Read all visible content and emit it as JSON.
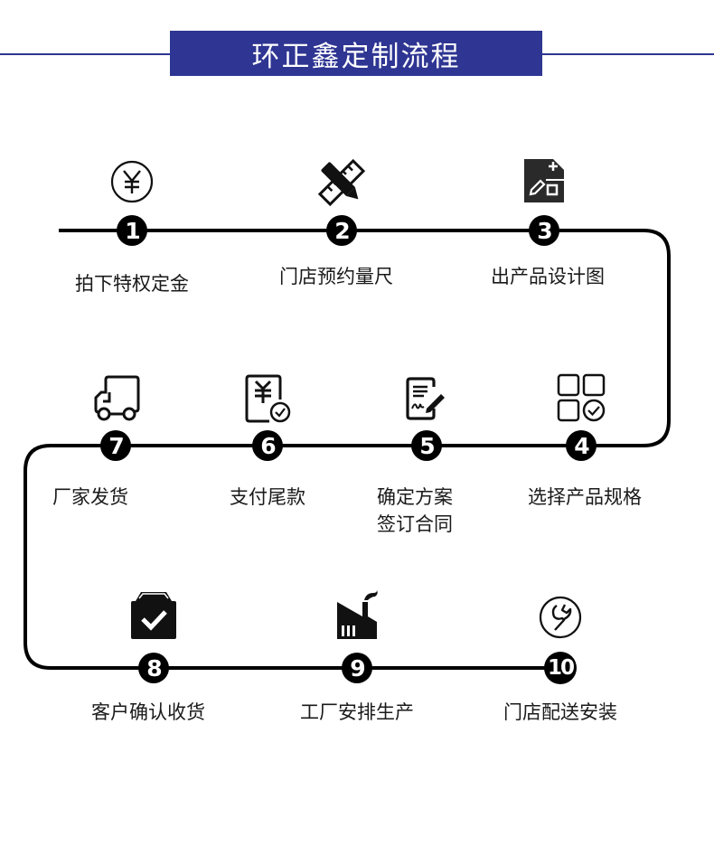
{
  "header": {
    "title": "环正鑫定制流程",
    "accent_color": "#2e3592"
  },
  "flow": {
    "line_color": "#000000",
    "steps": [
      {
        "number": "1",
        "label": "拍下特权定金",
        "icon": "yen-circle-icon"
      },
      {
        "number": "2",
        "label": "门店预约量尺",
        "icon": "pencil-ruler-icon"
      },
      {
        "number": "3",
        "label": "出产品设计图",
        "icon": "design-file-icon"
      },
      {
        "number": "4",
        "label": "选择产品规格",
        "icon": "grid-check-icon"
      },
      {
        "number": "5",
        "label": "确定方案\n签订合同",
        "icon": "contract-sign-icon"
      },
      {
        "number": "6",
        "label": "支付尾款",
        "icon": "yen-bill-check-icon"
      },
      {
        "number": "7",
        "label": "厂家发货",
        "icon": "delivery-truck-icon"
      },
      {
        "number": "8",
        "label": "客户确认收货",
        "icon": "box-check-icon"
      },
      {
        "number": "9",
        "label": "工厂安排生产",
        "icon": "factory-icon"
      },
      {
        "number": "10",
        "label": "门店配送安装",
        "icon": "wrench-circle-icon"
      }
    ]
  }
}
